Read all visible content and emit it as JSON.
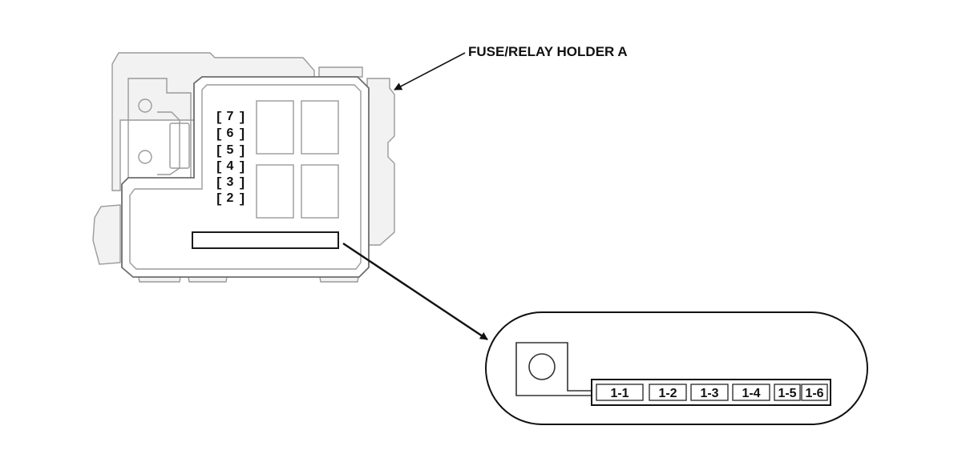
{
  "callout": {
    "label": "FUSE/RELAY HOLDER A"
  },
  "slot_labels": [
    "7",
    "6",
    "5",
    "4",
    "3",
    "2"
  ],
  "fuse_labels": [
    "1-1",
    "1-2",
    "1-3",
    "1-4",
    "1-5",
    "1-6"
  ]
}
